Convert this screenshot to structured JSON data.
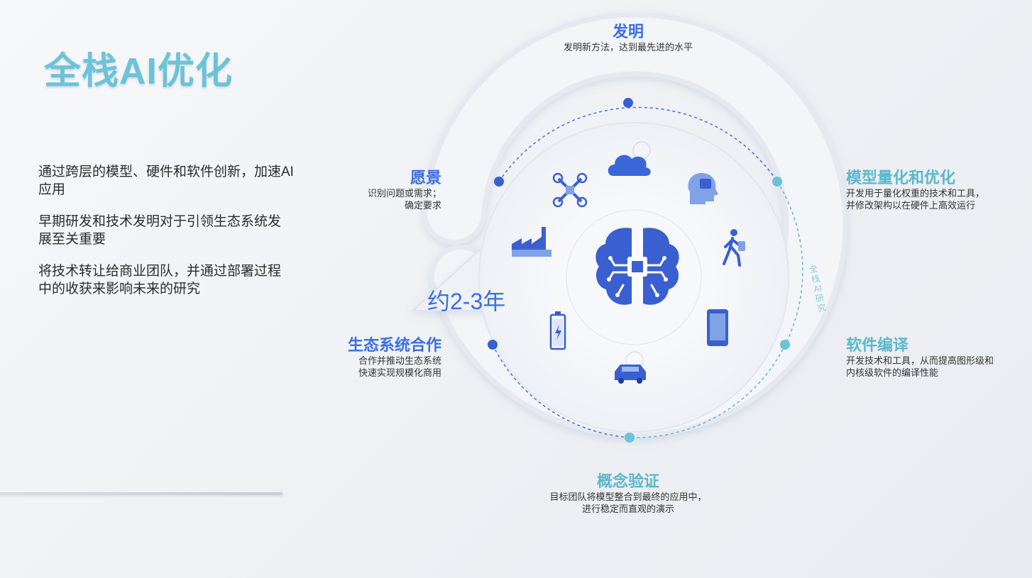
{
  "title": "全栈AI优化",
  "paragraphs": [
    "通过跨层的模型、硬件和软件创新，加速AI应用",
    "早期研发和技术发明对于引领生态系统发展至关重要",
    "将技术转让给商业团队，并通过部署过程中的收获来影响未来的研究"
  ],
  "cycle_label": "约2-3年",
  "arc_label": "全栈AI研究",
  "stages": {
    "invention": {
      "title": "发明",
      "desc": "发明新方法，达到最先进的水平"
    },
    "quantization": {
      "title": "模型量化和优化",
      "desc_lines": [
        "开发用于量化权重的技术和工具，",
        "并修改架构以在硬件上高效运行"
      ]
    },
    "compiler": {
      "title": "软件编译",
      "desc_lines": [
        "开发技术和工具，从而提高图形级和",
        "内核级软件的编译性能"
      ]
    },
    "poc": {
      "title": "概念验证",
      "desc_lines": [
        "目标团队将模型整合到最终的应用中，",
        "进行稳定而直观的演示"
      ]
    },
    "ecosystem": {
      "title": "生态系统合作",
      "desc_lines": [
        "合作并推动生态系统",
        "快速实现规模化商用"
      ]
    },
    "vision": {
      "title": "愿景",
      "desc_lines": [
        "识别问题或需求；",
        "确定要求"
      ]
    }
  },
  "colors": {
    "blue": "#3b6fe0",
    "cyan": "#5bb8cc",
    "title": "#6cc3d8"
  },
  "icons": [
    "cloud-icon",
    "head-icon",
    "walking-person-icon",
    "phone-icon",
    "car-icon",
    "battery-icon",
    "factory-icon",
    "drone-icon",
    "brain-chip-icon"
  ]
}
